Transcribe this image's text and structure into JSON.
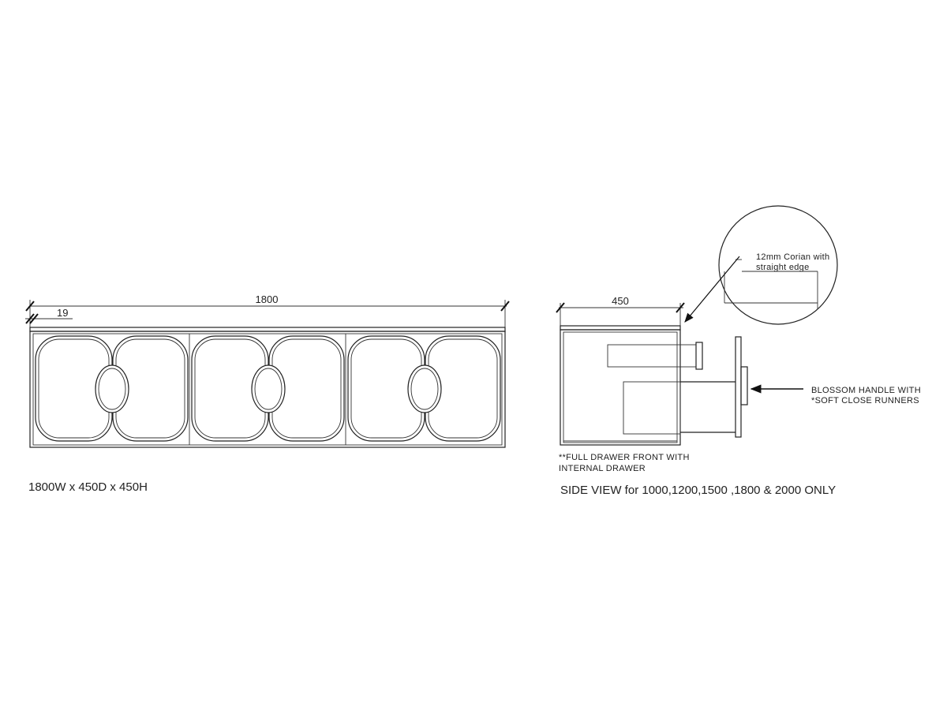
{
  "front_view": {
    "dim_overall": "1800",
    "dim_edge": "19",
    "caption": "1800W x 450D x 450H",
    "bays": 3
  },
  "side_view": {
    "dim_depth": "450",
    "detail_note_line1": "12mm Corian with",
    "detail_note_line2": "straight edge",
    "handle_note_line1": "BLOSSOM HANDLE WITH",
    "handle_note_line2": "*SOFT CLOSE RUNNERS",
    "drawer_note_line1": "**FULL DRAWER FRONT WITH",
    "drawer_note_line2": "INTERNAL DRAWER",
    "caption": "SIDE VIEW for 1000,1200,1500 ,1800 & 2000 ONLY"
  }
}
